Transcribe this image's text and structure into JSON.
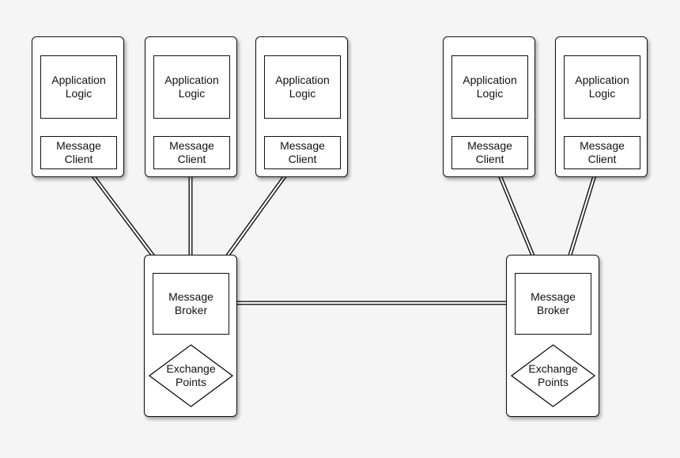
{
  "colors": {
    "background": "#f5f5f5",
    "stroke": "#111111",
    "fill": "#ffffff"
  },
  "clients": [
    {
      "app_line1": "Application",
      "app_line2": "Logic",
      "msg_line1": "Message",
      "msg_line2": "Client"
    },
    {
      "app_line1": "Application",
      "app_line2": "Logic",
      "msg_line1": "Message",
      "msg_line2": "Client"
    },
    {
      "app_line1": "Application",
      "app_line2": "Logic",
      "msg_line1": "Message",
      "msg_line2": "Client"
    },
    {
      "app_line1": "Application",
      "app_line2": "Logic",
      "msg_line1": "Message",
      "msg_line2": "Client"
    },
    {
      "app_line1": "Application",
      "app_line2": "Logic",
      "msg_line1": "Message",
      "msg_line2": "Client"
    }
  ],
  "brokers": [
    {
      "broker_line1": "Message",
      "broker_line2": "Broker",
      "exchange_line1": "Exchange",
      "exchange_line2": "Points"
    },
    {
      "broker_line1": "Message",
      "broker_line2": "Broker",
      "exchange_line1": "Exchange",
      "exchange_line2": "Points"
    }
  ]
}
